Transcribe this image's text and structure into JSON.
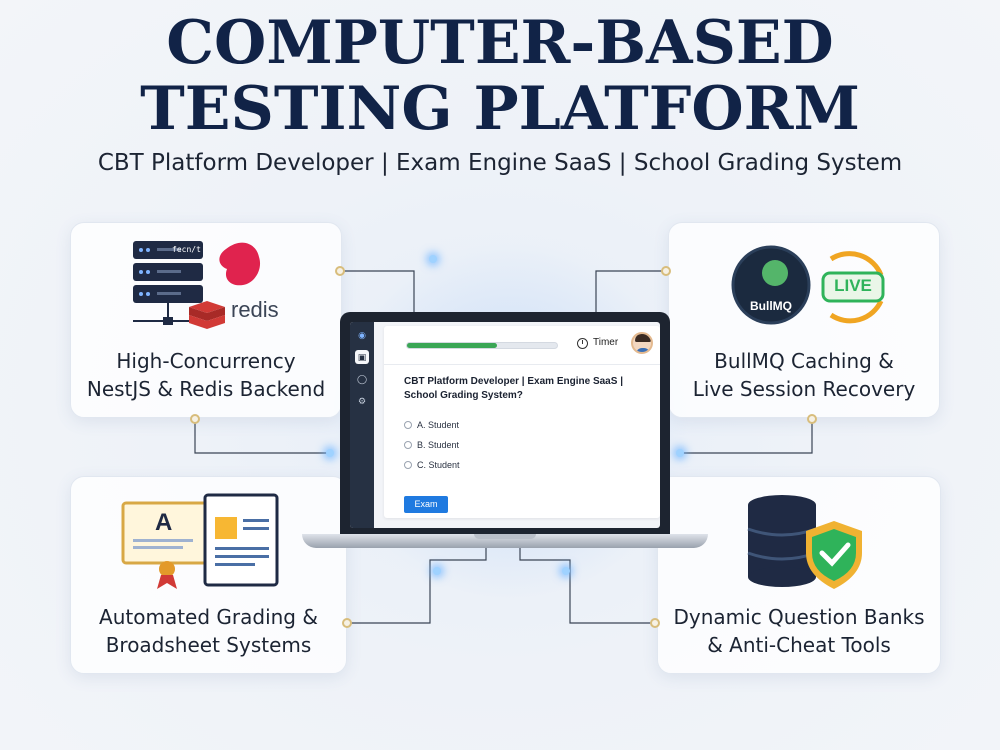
{
  "header": {
    "title_line1": "COMPUTER-BASED",
    "title_line2": "TESTING PLATFORM",
    "subtitle": "CBT Platform Developer | Exam Engine SaaS | School Grading System"
  },
  "cards": {
    "backend": {
      "label_line1": "High-Concurrency",
      "label_line2": "NestJS & Redis Backend",
      "server_tag": "fecn/t",
      "redis_text": "redis"
    },
    "caching": {
      "label_line1": "BullMQ Caching &",
      "label_line2": "Live Session Recovery",
      "bullmq_text": "BullMQ",
      "live_text": "LIVE"
    },
    "grading": {
      "label_line1": "Automated Grading &",
      "label_line2": "Broadsheet Systems",
      "certificate_grade": "A"
    },
    "questions": {
      "label_line1": "Dynamic Question Banks",
      "label_line2": "& Anti-Cheat Tools"
    }
  },
  "exam_app": {
    "timer_label": "Timer",
    "progress": 0.6,
    "question": "CBT Platform Developer | Exam Engine SaaS | School Grading System?",
    "options": [
      "A. Student",
      "B. Student",
      "C. Student"
    ],
    "exam_button": "Exam"
  },
  "colors": {
    "title": "#112347",
    "accent_blue": "#1f7ae0",
    "progress_green": "#3aa655",
    "connector_gold": "#d8bd7c",
    "redis_red": "#d13a36",
    "shield_green": "#2fb35a"
  }
}
